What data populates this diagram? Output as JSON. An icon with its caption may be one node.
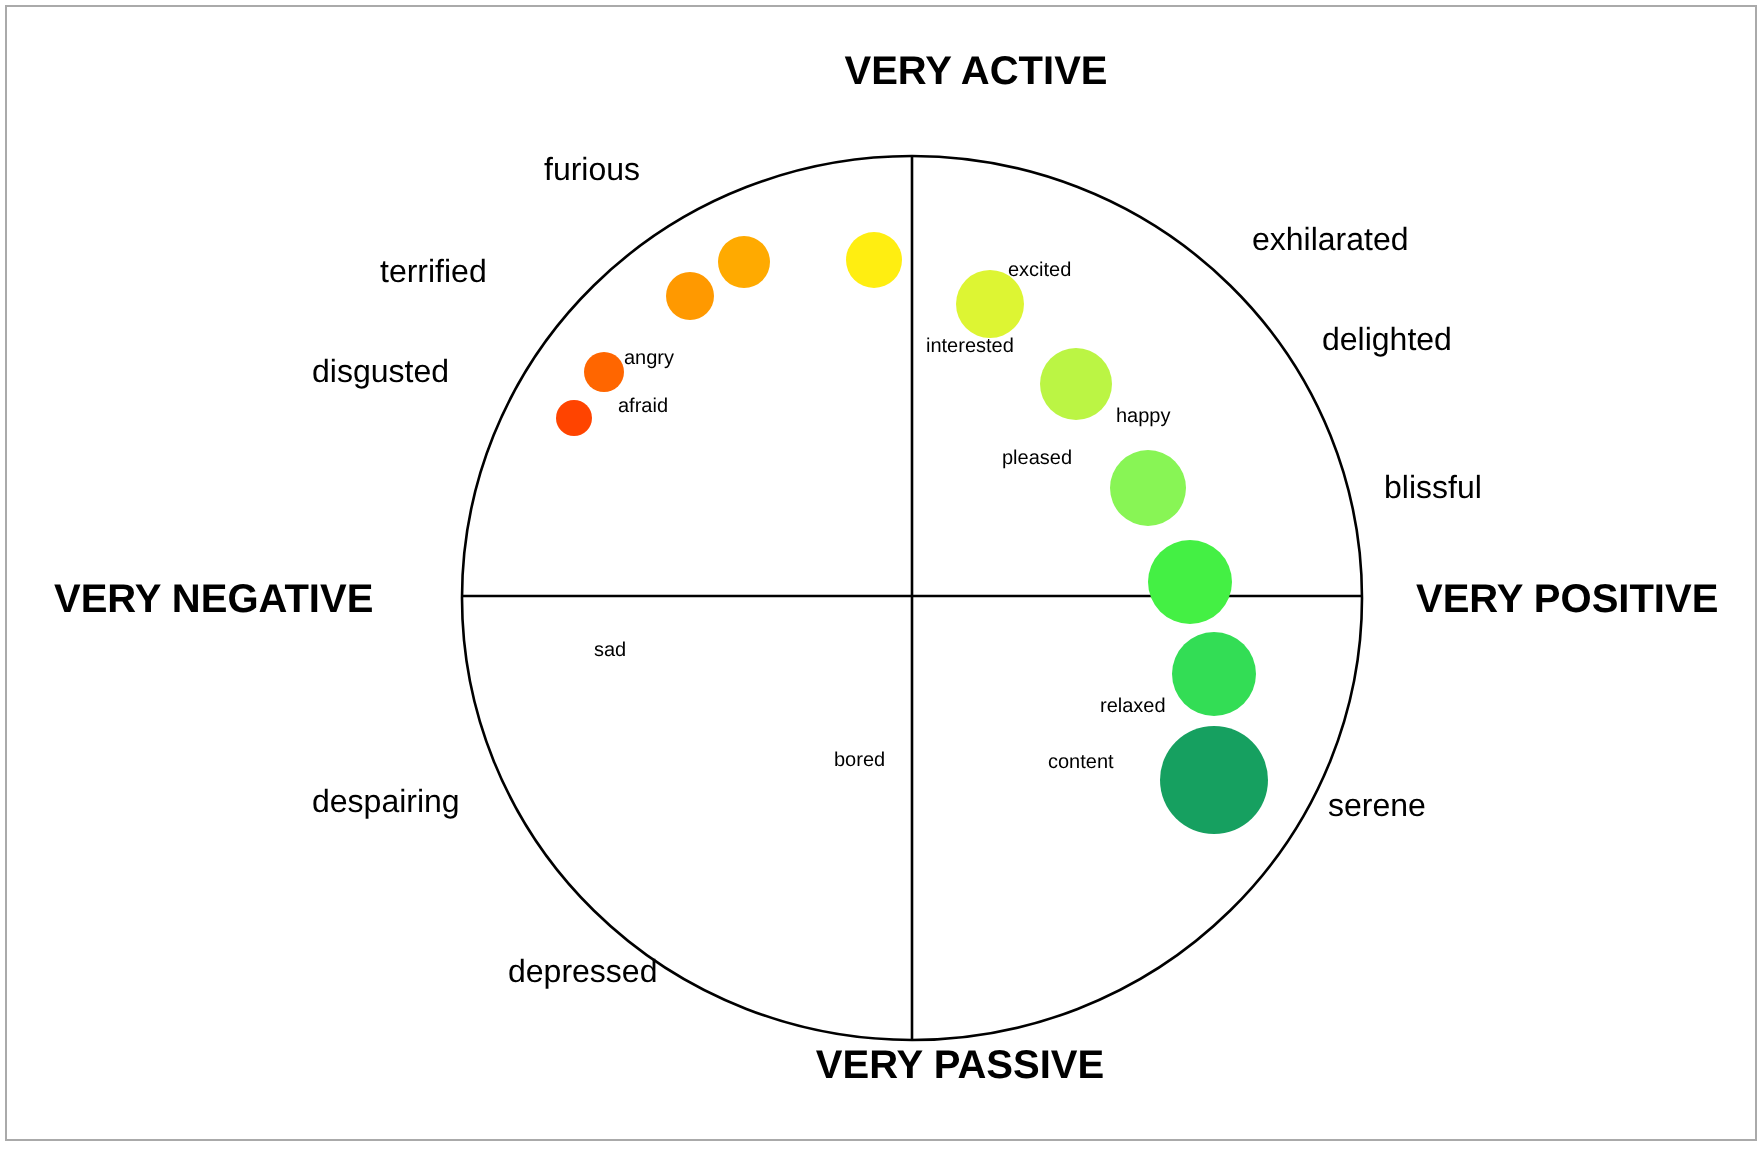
{
  "diagram": {
    "labels": [
      "VERY ACTIVE",
      "furious",
      "terrified",
      "exhilarated",
      "excited",
      "delighted",
      "disgusted",
      "angry",
      "interested",
      "afraid",
      "happy",
      "pleased",
      "blissful",
      "VERY NEGATIVE",
      "VERY POSITIVE",
      "sad",
      "relaxed",
      "bored",
      "content",
      "despairing",
      "serene",
      "depressed",
      "VERY PASSIVE"
    ]
  }
}
